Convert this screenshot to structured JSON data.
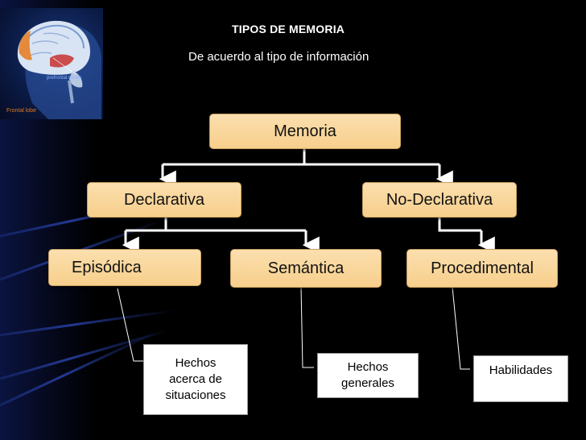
{
  "header": {
    "title": "TIPOS DE MEMORIA",
    "subtitle": "De acuerdo al tipo de información"
  },
  "image": {
    "label_small": "prefrontal cortex",
    "label_lobe": "Frontal lobe"
  },
  "nodes": {
    "root": "Memoria",
    "declarativa": "Declarativa",
    "no_declarativa": "No-Declarativa",
    "episodica": "Episódica",
    "semantica": "Semántica",
    "procedimental": "Procedimental"
  },
  "notes": {
    "episodica_l1": "Hechos",
    "episodica_l2": "acerca de",
    "episodica_l3": "situaciones",
    "semantica_l1": "Hechos",
    "semantica_l2": "generales",
    "procedimental": "Habilidades"
  },
  "colors": {
    "node_fill": "#f7cf8c",
    "background": "#000000",
    "connector": "#ffffff"
  }
}
